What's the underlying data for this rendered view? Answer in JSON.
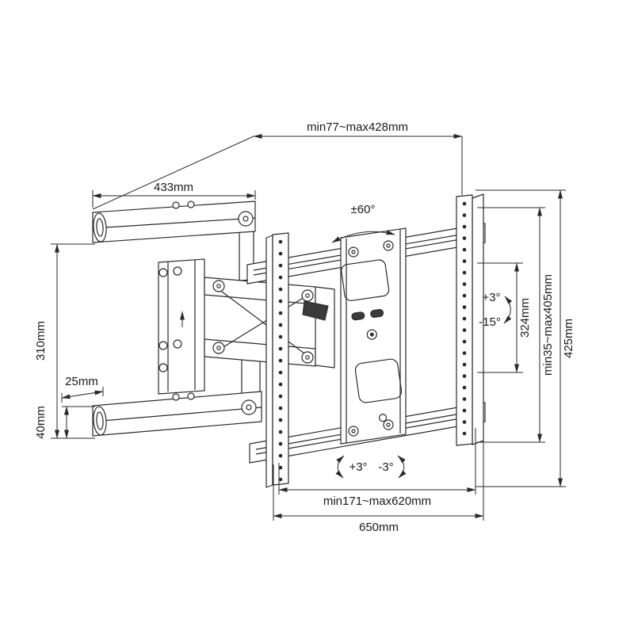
{
  "diagram": {
    "colors": {
      "line": "#2a2a2a",
      "text": "#1a1a1a",
      "background": "#ffffff"
    },
    "labels": {
      "arm_length": "433mm",
      "extension_range": "min77~max428mm",
      "swivel_range": "±60°",
      "wall_plate_height": "310mm",
      "arm_depth": "25mm",
      "arm_height": "40mm",
      "vesa_plate_height": "324mm",
      "height_adjust_range": "min35~max405mm",
      "bracket_total_height": "425mm",
      "tilt_up": "+3°",
      "tilt_down": "-15°",
      "post_level_left": "+3°",
      "post_level_right": "-3°",
      "rail_span_range": "min171~max620mm",
      "rail_total_width": "650mm"
    }
  }
}
